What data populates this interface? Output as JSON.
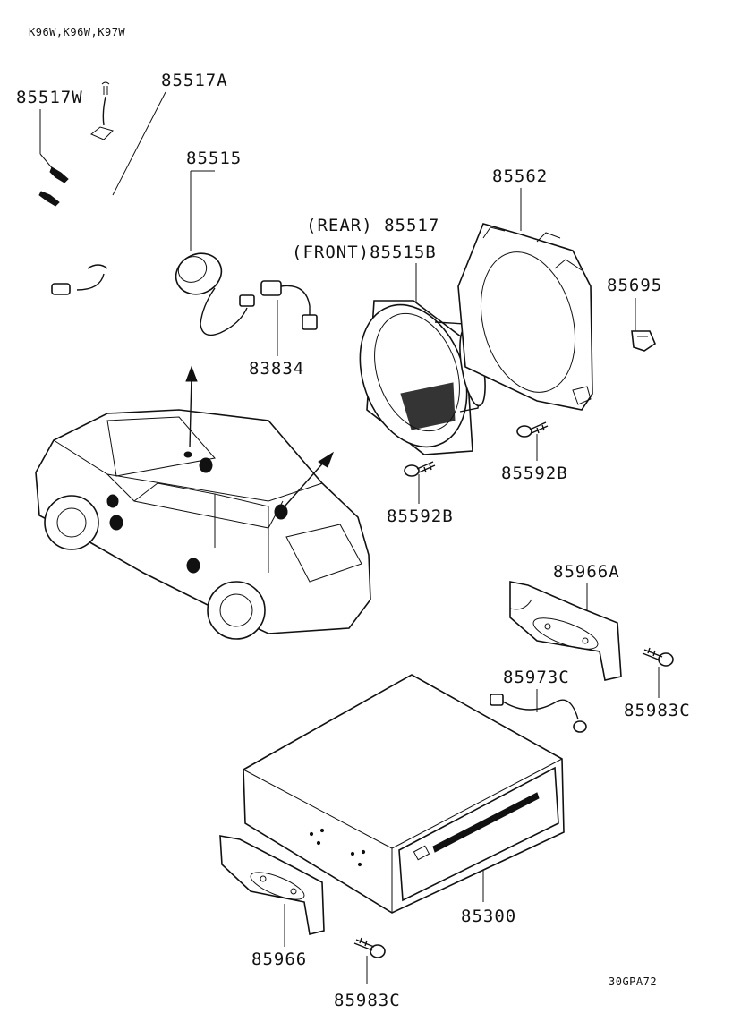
{
  "header": {
    "model_codes": "K96W,K96W,K97W"
  },
  "footer": {
    "diagram_code": "30GPA72"
  },
  "callouts": {
    "p85517W": "85517W",
    "p85517A": "85517A",
    "p85515": "85515",
    "p85517_rear": "(REAR) 85517",
    "p85515B_front": "(FRONT)85515B",
    "p85562": "85562",
    "p85695": "85695",
    "p83834": "83834",
    "p85592B_right": "85592B",
    "p85592B_left": "85592B",
    "p85966A": "85966A",
    "p85973C": "85973C",
    "p85983C_right": "85983C",
    "p85300": "85300",
    "p85966": "85966",
    "p85983C_bottom": "85983C"
  }
}
